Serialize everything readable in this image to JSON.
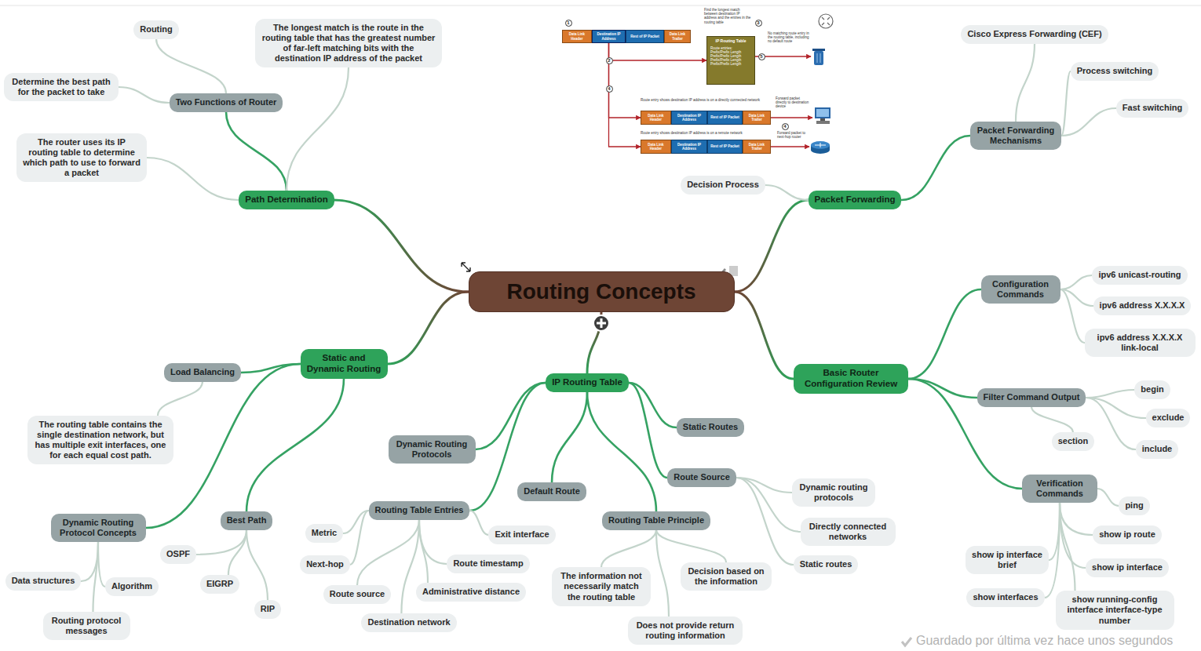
{
  "diagram": {
    "nodes": [
      {
        "text": [
          "Routing Concepts"
        ]
      },
      {
        "text": [
          "Path Determination"
        ]
      },
      {
        "text": [
          "Two Functions of Router"
        ]
      },
      {
        "text": [
          "Routing"
        ]
      },
      {
        "text": [
          "Determine the best path for the packet to take"
        ]
      },
      {
        "text": [
          "The longest match is the route in the routing table that has the greatest number of far-left matching bits with the destination IP address of the packet"
        ]
      },
      {
        "text": [
          "The router uses its IP routing table to determine which path to use to forward a packet"
        ]
      },
      {
        "text": [
          "Packet Forwarding"
        ]
      },
      {
        "text": [
          "Decision Process"
        ]
      },
      {
        "text": [
          "Packet Forwarding Mechanisms"
        ]
      },
      {
        "text": [
          "Cisco Express Forwarding (CEF)"
        ]
      },
      {
        "text": [
          "Process switching"
        ]
      },
      {
        "text": [
          "Fast switching"
        ]
      },
      {
        "text": [
          "Basic Router Configuration Review"
        ]
      },
      {
        "text": [
          "Configuration Commands"
        ]
      },
      {
        "text": [
          "ipv6 unicast-routing"
        ]
      },
      {
        "text": [
          "ipv6 address X.X.X.X"
        ]
      },
      {
        "text": [
          "ipv6 address X.X.X.X link-local"
        ]
      },
      {
        "text": [
          "Filter Command Output"
        ]
      },
      {
        "text": [
          "begin"
        ]
      },
      {
        "text": [
          "exclude"
        ]
      },
      {
        "text": [
          "include"
        ]
      },
      {
        "text": [
          "section"
        ]
      },
      {
        "text": [
          "Verification Commands"
        ]
      },
      {
        "text": [
          "ping"
        ]
      },
      {
        "text": [
          "show ip route"
        ]
      },
      {
        "text": [
          "show ip interface"
        ]
      },
      {
        "text": [
          "show running-config interface interface-type number"
        ]
      },
      {
        "text": [
          "show interfaces"
        ]
      },
      {
        "text": [
          "show ip interface brief"
        ]
      },
      {
        "text": [
          "IP Routing Table"
        ]
      },
      {
        "text": [
          "Dynamic Routing Protocols"
        ]
      },
      {
        "text": [
          "Default Route"
        ]
      },
      {
        "text": [
          "Static Routes"
        ]
      },
      {
        "text": [
          "Route Source"
        ]
      },
      {
        "text": [
          "Dynamic routing protocols"
        ]
      },
      {
        "text": [
          "Directly connected networks"
        ]
      },
      {
        "text": [
          "Static routes"
        ]
      },
      {
        "text": [
          "Routing Table Principle"
        ]
      },
      {
        "text": [
          "Decision based on the information"
        ]
      },
      {
        "text": [
          "Does not provide return routing information"
        ]
      },
      {
        "text": [
          "The information not necessarily match the routing table"
        ]
      },
      {
        "text": [
          "Routing Table Entries"
        ]
      },
      {
        "text": [
          "Exit interface"
        ]
      },
      {
        "text": [
          "Route timestamp"
        ]
      },
      {
        "text": [
          "Administrative distance"
        ]
      },
      {
        "text": [
          "Destination network"
        ]
      },
      {
        "text": [
          "Route source"
        ]
      },
      {
        "text": [
          "Next-hop"
        ]
      },
      {
        "text": [
          "Metric"
        ]
      },
      {
        "text": [
          "Static and Dynamic Routing"
        ]
      },
      {
        "text": [
          "Load Balancing"
        ]
      },
      {
        "text": [
          "The routing table contains the single destination network, but has multiple exit interfaces, one for each equal cost path."
        ]
      },
      {
        "text": [
          "Best Path"
        ]
      },
      {
        "text": [
          "OSPF"
        ]
      },
      {
        "text": [
          "EIGRP"
        ]
      },
      {
        "text": [
          "RIP"
        ]
      },
      {
        "text": [
          "Dynamic Routing Protocol Concepts"
        ]
      },
      {
        "text": [
          "Data structures"
        ]
      },
      {
        "text": [
          "Algorithm"
        ]
      },
      {
        "text": [
          "Routing protocol messages"
        ]
      },
      {
        "text": [
          "Data Link Header"
        ]
      },
      {
        "text": [
          "Destination IP Address"
        ]
      },
      {
        "text": [
          "Rest of IP Packet"
        ]
      },
      {
        "text": [
          "Data Link Trailer"
        ]
      },
      {
        "text": [
          "IP Routing Table",
          "Route entries:",
          "Prefix/Prefix Length",
          "Prefix/Prefix Length",
          "Prefix/Prefix Length",
          "Prefix/Prefix Length"
        ]
      },
      {
        "text": [
          "Data Link Header"
        ]
      },
      {
        "text": [
          "Destination IP Address"
        ]
      },
      {
        "text": [
          "Rest of IP Packet"
        ]
      },
      {
        "text": [
          "Data Link Trailer"
        ]
      },
      {
        "text": [
          "Data Link Header"
        ]
      },
      {
        "text": [
          "Destination IP Address"
        ]
      },
      {
        "text": [
          "Rest of IP Packet"
        ]
      },
      {
        "text": [
          "Data Link Trailer"
        ]
      }
    ],
    "edges": [
      {
        "from": 0,
        "to": 1,
        "arrow": "none"
      },
      {
        "from": 1,
        "to": 2,
        "arrow": "none"
      },
      {
        "from": 2,
        "to": 3,
        "arrow": "none"
      },
      {
        "from": 2,
        "to": 4,
        "arrow": "none"
      },
      {
        "from": 1,
        "to": 5,
        "arrow": "none"
      },
      {
        "from": 1,
        "to": 6,
        "arrow": "none"
      },
      {
        "from": 0,
        "to": 7,
        "arrow": "none"
      },
      {
        "from": 7,
        "to": 8,
        "arrow": "none"
      },
      {
        "from": 7,
        "to": 9,
        "arrow": "none"
      },
      {
        "from": 9,
        "to": 10,
        "arrow": "none"
      },
      {
        "from": 9,
        "to": 11,
        "arrow": "none"
      },
      {
        "from": 9,
        "to": 12,
        "arrow": "none"
      },
      {
        "from": 0,
        "to": 13,
        "arrow": "none"
      },
      {
        "from": 13,
        "to": 14,
        "arrow": "none"
      },
      {
        "from": 14,
        "to": 15,
        "arrow": "none"
      },
      {
        "from": 14,
        "to": 16,
        "arrow": "none"
      },
      {
        "from": 14,
        "to": 17,
        "arrow": "none"
      },
      {
        "from": 13,
        "to": 18,
        "arrow": "none"
      },
      {
        "from": 18,
        "to": 19,
        "arrow": "none"
      },
      {
        "from": 18,
        "to": 20,
        "arrow": "none"
      },
      {
        "from": 18,
        "to": 21,
        "arrow": "none"
      },
      {
        "from": 18,
        "to": 22,
        "arrow": "none"
      },
      {
        "from": 13,
        "to": 23,
        "arrow": "none"
      },
      {
        "from": 23,
        "to": 24,
        "arrow": "none"
      },
      {
        "from": 23,
        "to": 25,
        "arrow": "none"
      },
      {
        "from": 23,
        "to": 26,
        "arrow": "none"
      },
      {
        "from": 23,
        "to": 27,
        "arrow": "none"
      },
      {
        "from": 23,
        "to": 28,
        "arrow": "none"
      },
      {
        "from": 23,
        "to": 29,
        "arrow": "none"
      },
      {
        "from": 0,
        "to": 30,
        "arrow": "none"
      },
      {
        "from": 30,
        "to": 31,
        "arrow": "none"
      },
      {
        "from": 30,
        "to": 32,
        "arrow": "none"
      },
      {
        "from": 30,
        "to": 33,
        "arrow": "none"
      },
      {
        "from": 30,
        "to": 34,
        "arrow": "none"
      },
      {
        "from": 34,
        "to": 35,
        "arrow": "none"
      },
      {
        "from": 34,
        "to": 36,
        "arrow": "none"
      },
      {
        "from": 34,
        "to": 37,
        "arrow": "none"
      },
      {
        "from": 30,
        "to": 38,
        "arrow": "none"
      },
      {
        "from": 38,
        "to": 39,
        "arrow": "none"
      },
      {
        "from": 38,
        "to": 40,
        "arrow": "none"
      },
      {
        "from": 38,
        "to": 41,
        "arrow": "none"
      },
      {
        "from": 30,
        "to": 42,
        "arrow": "none"
      },
      {
        "from": 42,
        "to": 43,
        "arrow": "none"
      },
      {
        "from": 42,
        "to": 44,
        "arrow": "none"
      },
      {
        "from": 42,
        "to": 45,
        "arrow": "none"
      },
      {
        "from": 42,
        "to": 46,
        "arrow": "none"
      },
      {
        "from": 42,
        "to": 47,
        "arrow": "none"
      },
      {
        "from": 42,
        "to": 48,
        "arrow": "none"
      },
      {
        "from": 42,
        "to": 49,
        "arrow": "none"
      },
      {
        "from": 0,
        "to": 50,
        "arrow": "none"
      },
      {
        "from": 50,
        "to": 51,
        "arrow": "none"
      },
      {
        "from": 51,
        "to": 52,
        "arrow": "none"
      },
      {
        "from": 50,
        "to": 53,
        "arrow": "none"
      },
      {
        "from": 53,
        "to": 54,
        "arrow": "none"
      },
      {
        "from": 53,
        "to": 55,
        "arrow": "none"
      },
      {
        "from": 53,
        "to": 56,
        "arrow": "none"
      },
      {
        "from": 50,
        "to": 57,
        "arrow": "none"
      },
      {
        "from": 57,
        "to": 58,
        "arrow": "none"
      },
      {
        "from": 57,
        "to": 59,
        "arrow": "none"
      },
      {
        "from": 57,
        "to": 60,
        "arrow": "none"
      },
      {
        "from": 62,
        "to": 65,
        "arrow": "to"
      },
      {
        "from": 62,
        "to": 66,
        "arrow": "to"
      },
      {
        "from": 62,
        "to": 70,
        "arrow": "to"
      }
    ],
    "labels": [
      "1",
      "Find the longest match between destination IP address and the entries in the routing table",
      "3",
      "2",
      "No matching route entry in the routing table, including no default route",
      "5",
      "4",
      "Route entry shows destination IP address is on a directly connected network",
      "Forward packet directly to destination device",
      "4",
      "Route entry shows destination IP address is on a remote network",
      "Forward packet to next-hop router",
      "Guardado por última vez hace unos segundos"
    ]
  }
}
